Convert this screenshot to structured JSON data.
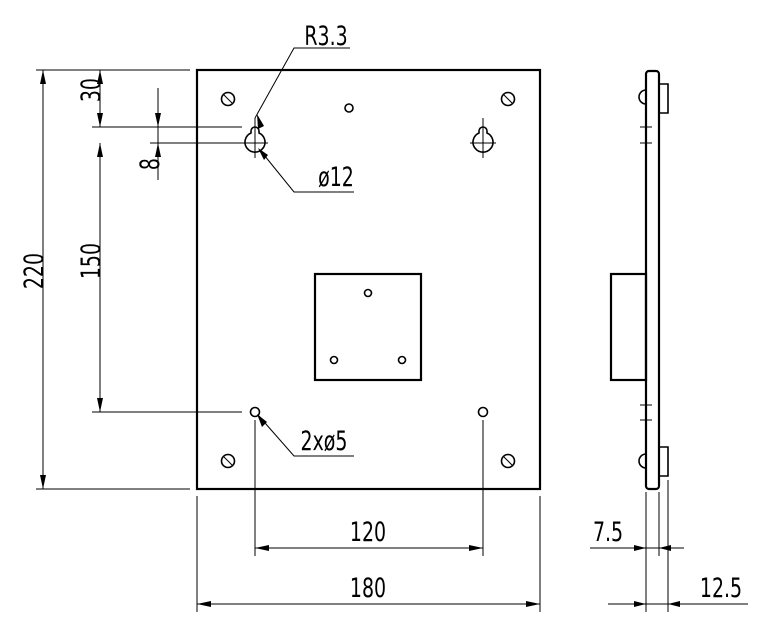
{
  "labels": {
    "radius": "R3.3",
    "slot_diameter": "ø12",
    "hole_spec": "2xø5",
    "height_total": "220",
    "top_offset": "30",
    "slot_offset": "8",
    "hole_spacing_v": "150",
    "hole_spacing_h": "120",
    "width_total": "180",
    "side_a": "7.5",
    "side_b": "12.5"
  }
}
